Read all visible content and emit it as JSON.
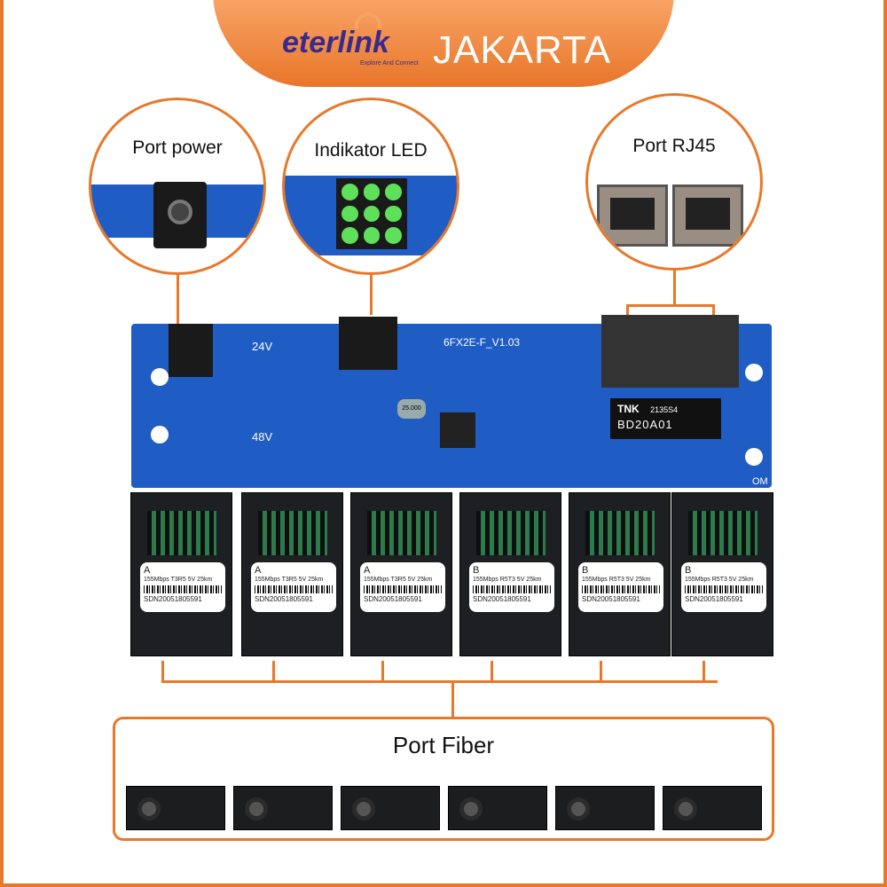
{
  "header": {
    "brand": "eterlink",
    "brand_tagline": "Explore And Connect",
    "city": "JAKARTA"
  },
  "callouts": {
    "power": "Port power",
    "led": "Indikator LED",
    "rj45": "Port RJ45",
    "fiber": "Port Fiber"
  },
  "board": {
    "model": "6FX2E-F_V1.03",
    "v24": "24V",
    "v48": "48V",
    "chip_brand": "TNK",
    "chip_code": "2135S4",
    "chip_model": "BD20A01",
    "crystal": "25.000",
    "om": "OM"
  },
  "modules": [
    {
      "grade": "A",
      "spec": "155Mbps T3R5 5V 25km",
      "serial": "SDN20051805591"
    },
    {
      "grade": "A",
      "spec": "155Mbps T3R5 5V 25km",
      "serial": "SDN20051805591"
    },
    {
      "grade": "A",
      "spec": "155Mbps T3R5 5V 25km",
      "serial": "SDN20051805591"
    },
    {
      "grade": "B",
      "spec": "155Mbps R5T3 5V 25km",
      "serial": "SDN20051805591"
    },
    {
      "grade": "B",
      "spec": "155Mbps R5T3 5V 25km",
      "serial": "SDN20051805591"
    },
    {
      "grade": "B",
      "spec": "155Mbps R5T3 5V 25km",
      "serial": "SDN20051805591"
    }
  ],
  "colors": {
    "accent": "#e8782a",
    "pcb": "#1f5cc4"
  }
}
